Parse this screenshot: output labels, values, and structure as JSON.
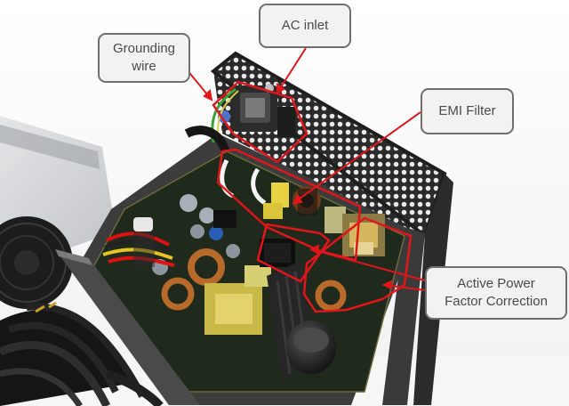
{
  "labels": {
    "grounding_wire": "Grounding\nwire",
    "ac_inlet": "AC inlet",
    "emi_filter": "EMI Filter",
    "active_pfc": "Active Power\nFactor Correction"
  },
  "colors": {
    "highlight": "#e0161b",
    "callout_fill": "#f2f2f2",
    "callout_border": "#6f6f6f",
    "callout_text": "#4a4a4a"
  }
}
